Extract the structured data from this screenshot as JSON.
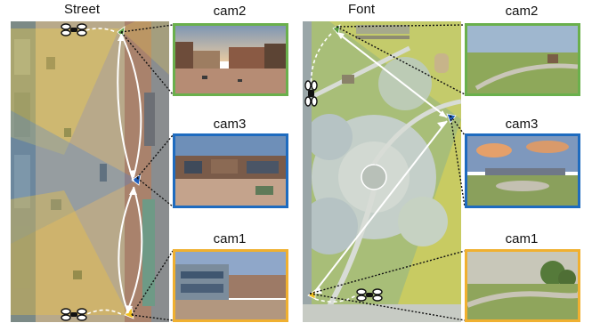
{
  "scenes": {
    "street": {
      "title": "Street",
      "cams": [
        {
          "label": "cam2",
          "color": "#6ab04c"
        },
        {
          "label": "cam3",
          "color": "#1e6bbf"
        },
        {
          "label": "cam1",
          "color": "#f0b030"
        }
      ]
    },
    "font": {
      "title": "Font",
      "cams": [
        {
          "label": "cam2",
          "color": "#6ab04c"
        },
        {
          "label": "cam3",
          "color": "#1e6bbf"
        },
        {
          "label": "cam1",
          "color": "#f0b030"
        }
      ]
    }
  },
  "icons": {
    "camera_marker": "triangle",
    "drone": "drone-icon"
  }
}
